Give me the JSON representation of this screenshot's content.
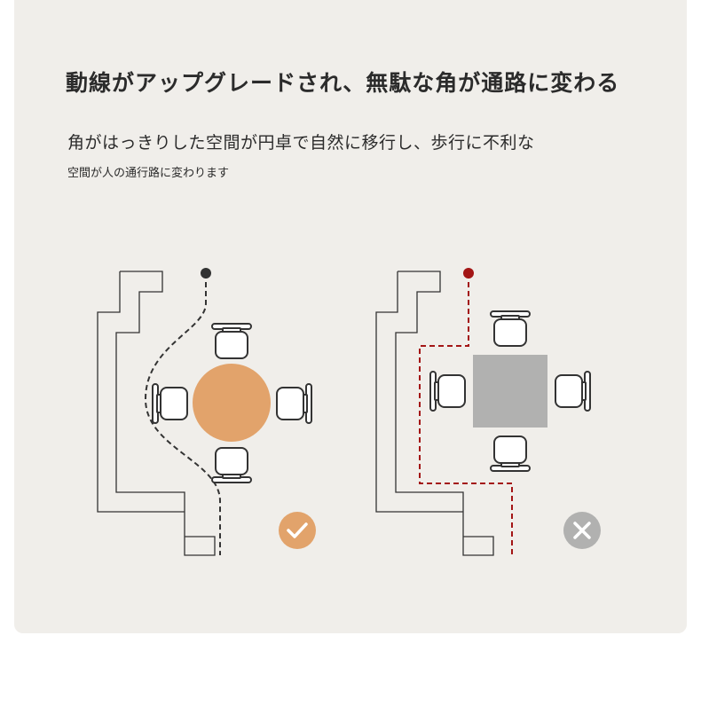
{
  "headline": "動線がアップグレードされ、無駄な角が通路に変わる",
  "description": {
    "line1": "角がはっきりした空間が円卓で自然に移行し、歩行に不利な",
    "line2": "空間が人の通行路に変わります"
  },
  "colors": {
    "card_bg": "#f0eeea",
    "round_table": "#e2a36b",
    "square_table": "#b1b1b0",
    "good_path": "#333333",
    "bad_path": "#a31515",
    "good_badge": "#e2a36b",
    "bad_badge": "#b1b1b0"
  },
  "icons": {
    "good": "check-icon",
    "bad": "cross-icon"
  }
}
